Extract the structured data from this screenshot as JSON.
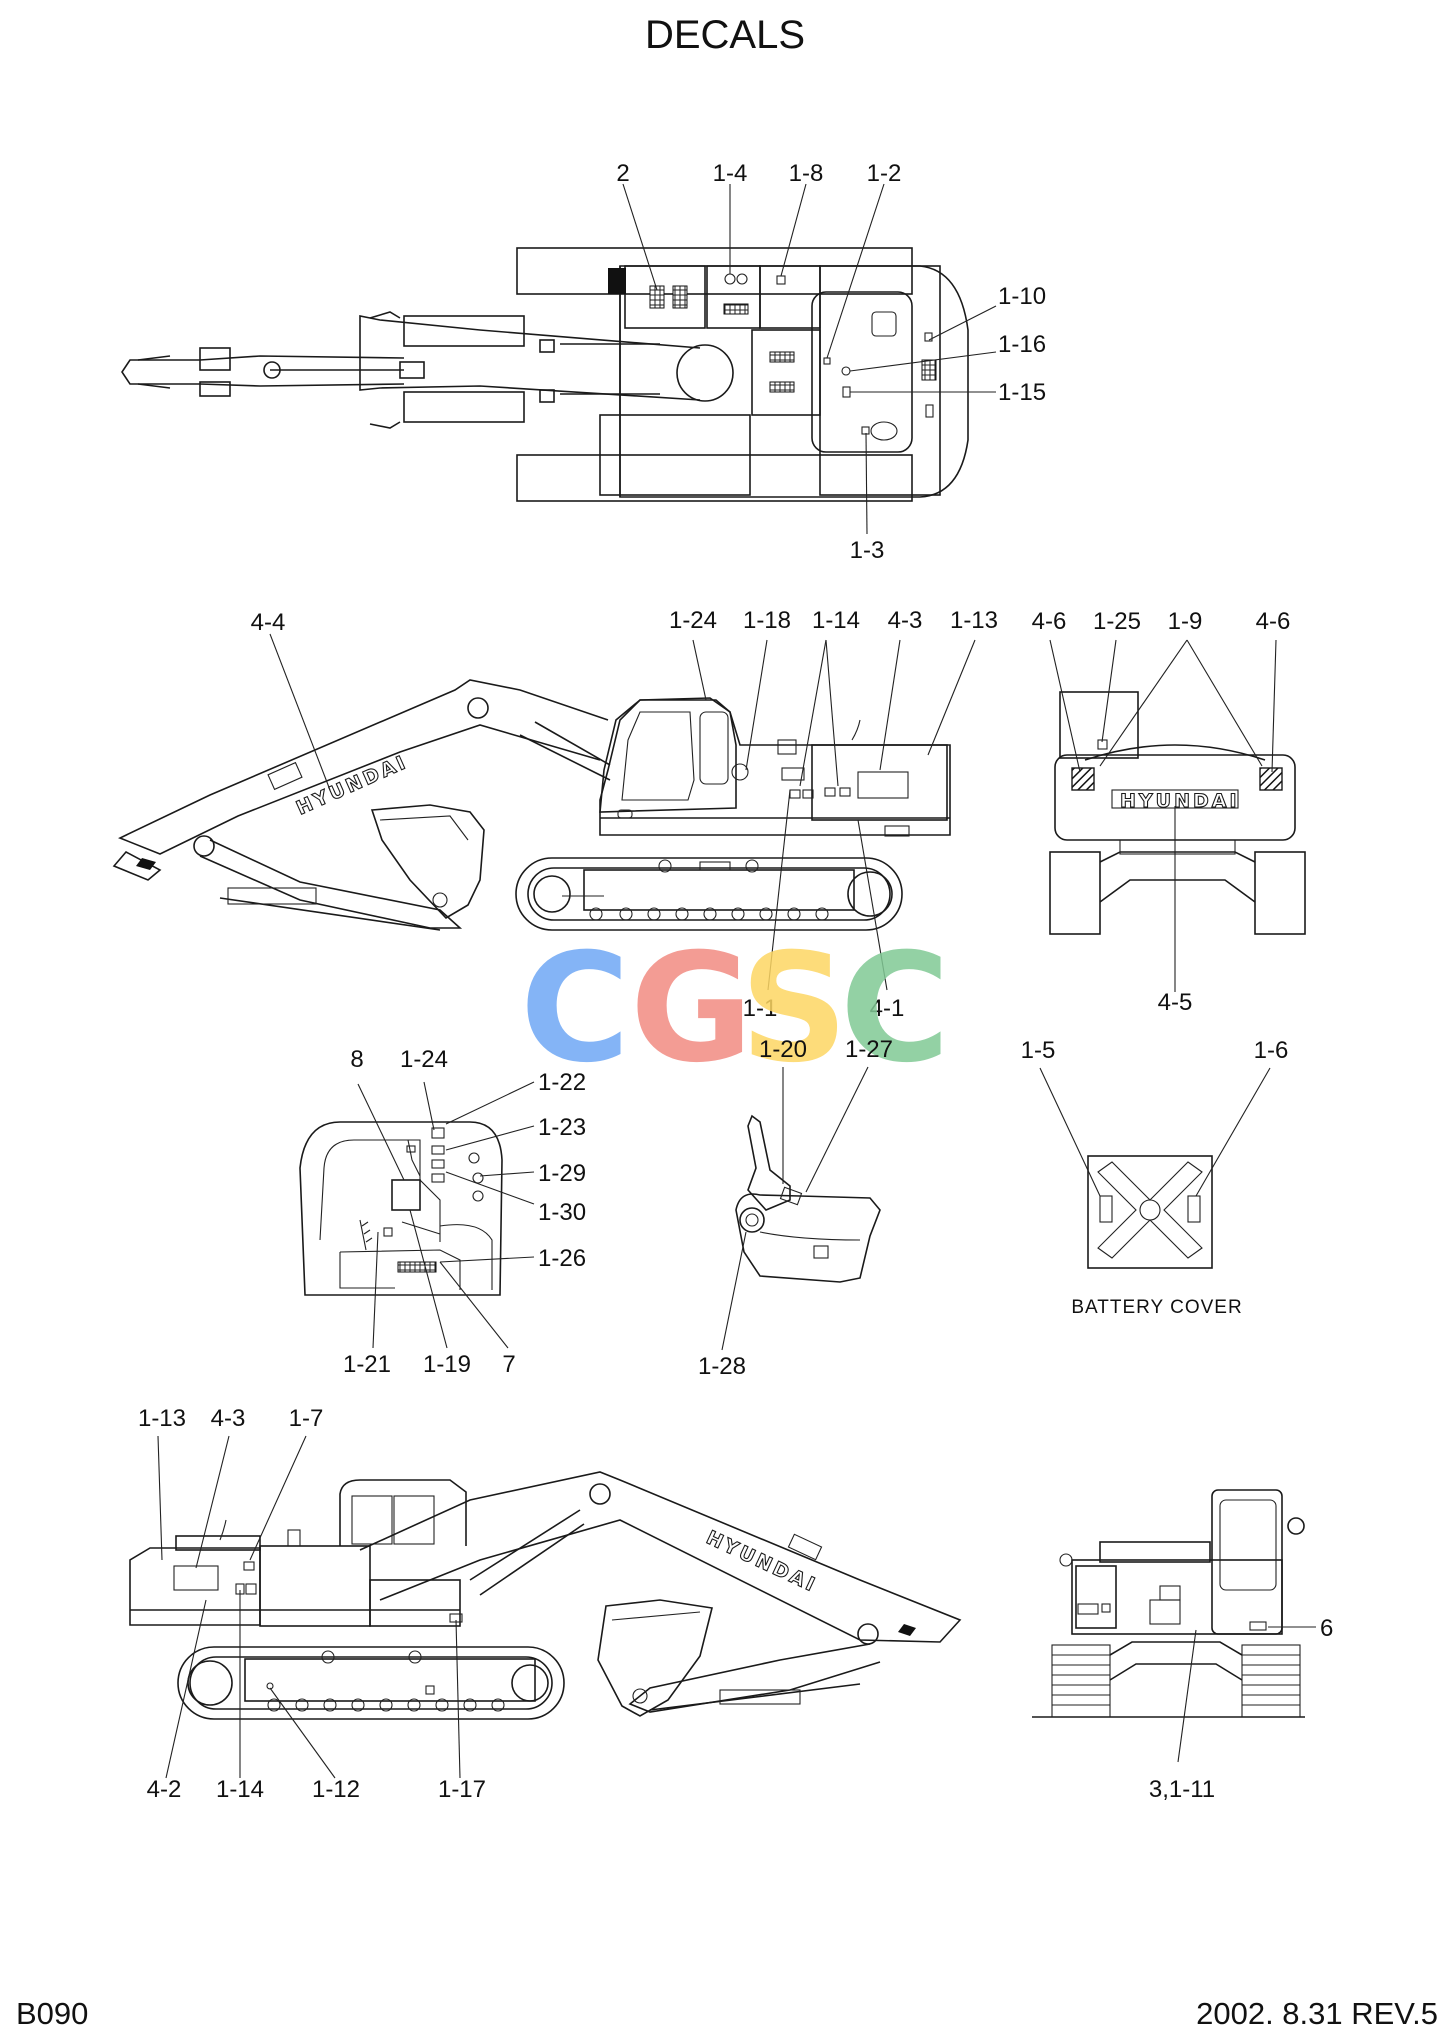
{
  "title": "DECALS",
  "footer": {
    "left": "B090",
    "right": "2002. 8.31 REV.5"
  },
  "watermark": {
    "letters": [
      "C",
      "G",
      "S",
      "C"
    ],
    "colors": [
      "#6fa8f5",
      "#f28b82",
      "#fdd663",
      "#81c995"
    ]
  },
  "battery_cover_caption": "BATTERY COVER",
  "brand_text": "HYUNDAI",
  "views": {
    "top": {
      "labels": [
        "2",
        "1-4",
        "1-8",
        "1-2",
        "1-10",
        "1-16",
        "1-15",
        "1-3"
      ]
    },
    "left_side": {
      "labels": [
        "4-4",
        "1-24",
        "1-18",
        "1-14",
        "4-3",
        "1-13",
        "1-1",
        "4-1"
      ]
    },
    "rear": {
      "labels": [
        "4-6",
        "1-25",
        "1-9",
        "4-6",
        "4-5"
      ]
    },
    "cab_interior": {
      "labels": [
        "8",
        "1-24",
        "1-22",
        "1-23",
        "1-29",
        "1-30",
        "1-26",
        "1-21",
        "1-19",
        "7"
      ]
    },
    "joystick": {
      "labels": [
        "1-20",
        "1-27",
        "1-28"
      ]
    },
    "battery_cover": {
      "labels": [
        "1-5",
        "1-6"
      ]
    },
    "right_side": {
      "labels": [
        "1-13",
        "4-3",
        "1-7",
        "4-2",
        "1-14",
        "1-12",
        "1-17"
      ]
    },
    "front": {
      "labels": [
        "6",
        "3,1-11"
      ]
    }
  }
}
